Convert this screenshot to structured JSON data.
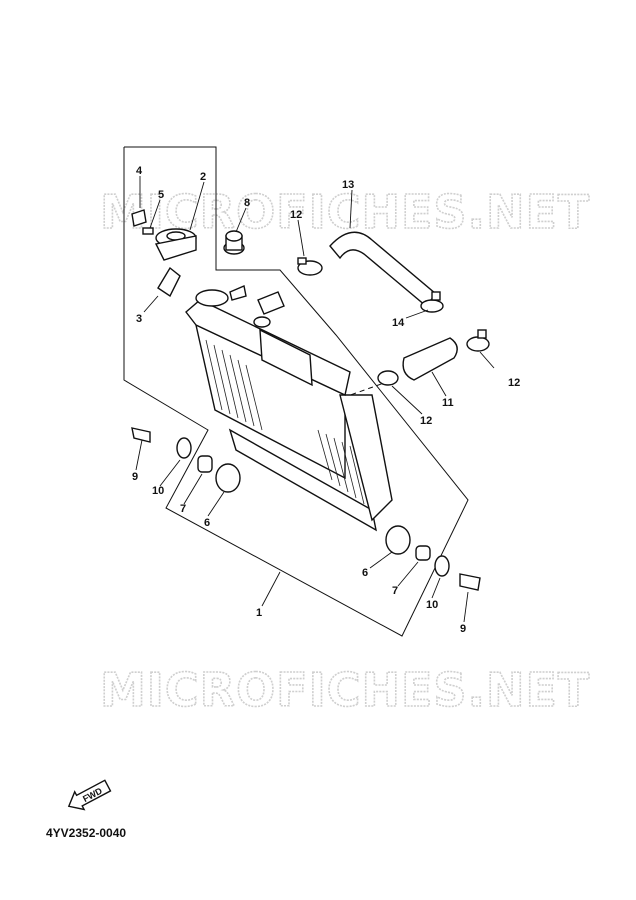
{
  "watermark": {
    "text": "MICROFICHES.NET"
  },
  "diagram_code": "4YV2352-0040",
  "fwd_label": "FWD",
  "callouts": {
    "n1": "1",
    "n2": "2",
    "n3": "3",
    "n4": "4",
    "n5": "5",
    "n6a": "6",
    "n6b": "6",
    "n7a": "7",
    "n7b": "7",
    "n8": "8",
    "n9a": "9",
    "n9b": "9",
    "n10a": "10",
    "n10b": "10",
    "n11": "11",
    "n12a": "12",
    "n12b": "12",
    "n12c": "12",
    "n13": "13",
    "n14": "14"
  }
}
